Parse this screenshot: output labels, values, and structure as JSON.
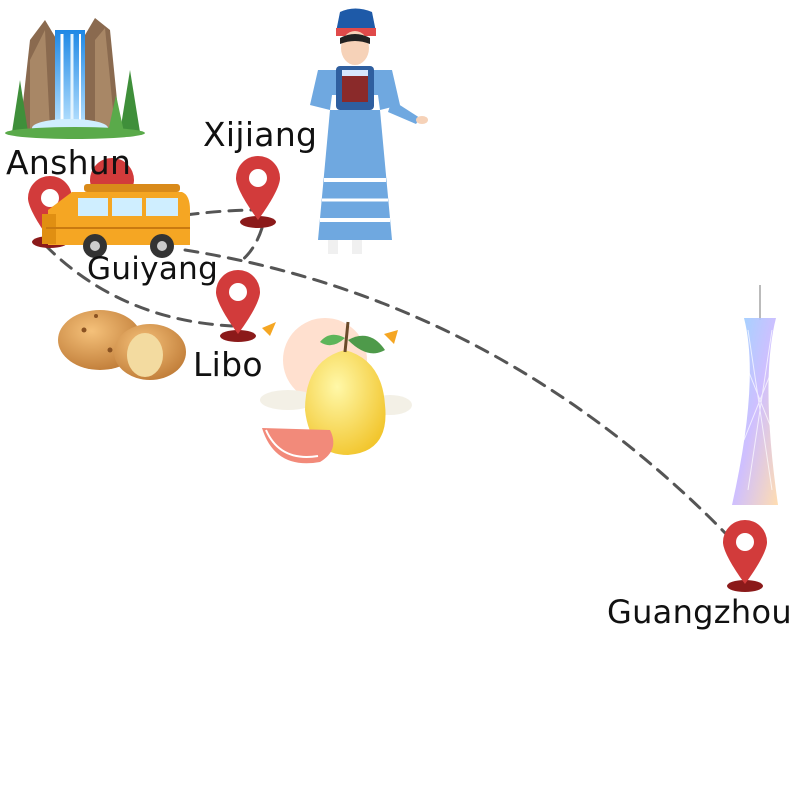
{
  "map": {
    "cities": [
      {
        "id": "anshun",
        "name": "Anshun"
      },
      {
        "id": "xijiang",
        "name": "Xijiang"
      },
      {
        "id": "guiyang",
        "name": "Guiyang"
      },
      {
        "id": "libo",
        "name": "Libo"
      },
      {
        "id": "guangzhou",
        "name": "Guangzhou"
      }
    ],
    "route": {
      "style": "dashed",
      "color": "#555555"
    },
    "pin_color": "#d23b3b",
    "icons": [
      "waterfall-icon",
      "miao-woman-icon",
      "taxi-van-icon",
      "potato-icon",
      "pomelo-icon",
      "canton-tower-icon"
    ]
  }
}
